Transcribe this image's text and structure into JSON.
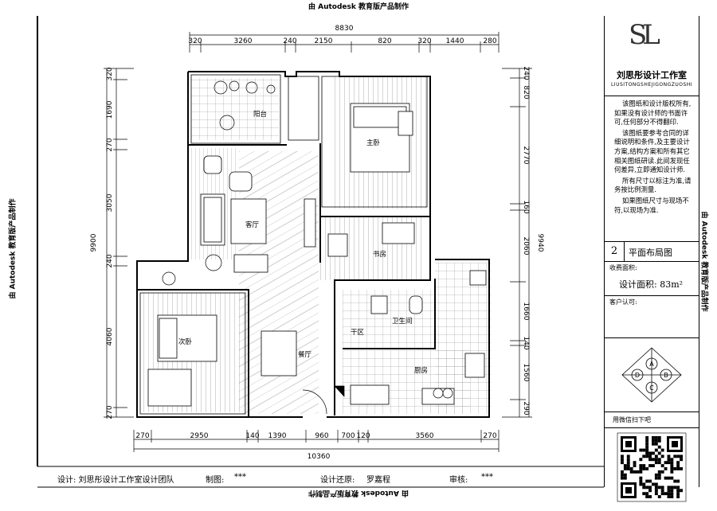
{
  "watermark": "由 Autodesk 教育版产品制作",
  "title_block": {
    "logo_mark": "SL",
    "studio": "刘思彤设计工作室",
    "pinyin": "LIUSITONGSHEJIGONGZUOSHI",
    "notes": [
      "该图纸和设计版权所有,如果没有设计师的书面许可,任何部分不得翻印.",
      "该图纸要参考合同的详细说明和条件,及主要设计方案,结构方案和所有其它相关图纸研读.此间发现任何差异,立即通知设计师.",
      "所有尺寸以标注为准,请务按比例测量.",
      "如果图纸尺寸与现场不符,以现场为准."
    ],
    "sheet_no": "2",
    "sheet_title": "平面布局图",
    "area_label": "收费面积:",
    "area_value": "设计面积: 83m²",
    "client_label": "客户认可:",
    "compass": [
      "A",
      "B",
      "C",
      "D"
    ],
    "wechat": "用微信扫下吧"
  },
  "footer": {
    "design": "设计: 刘思彤设计工作室设计团队",
    "draw_label": "制图:",
    "draw_value": "***",
    "restore_label": "设计还原:",
    "restore_value": "罗嘉程",
    "review_label": "审核:",
    "review_value": "***"
  },
  "dimensions": {
    "top_total": "8830",
    "top_segments": [
      "320",
      "3260",
      "240",
      "2150",
      "820",
      "320",
      "1440",
      "280"
    ],
    "bottom_total": "10360",
    "bottom_segments": [
      "270",
      "2950",
      "140",
      "1390",
      "960",
      "700",
      "120",
      "3560",
      "270"
    ],
    "left_total": "9900",
    "left_segments": [
      "320",
      "1690",
      "270",
      "3050",
      "240",
      "4060",
      "270"
    ],
    "right_total": "9940",
    "right_segments": [
      "240",
      "820",
      "2770",
      "160",
      "2060",
      "1660",
      "140",
      "1560",
      "290"
    ]
  },
  "rooms": {
    "balcony": "阳台",
    "master_bedroom": "主卧",
    "living_room": "客厅",
    "study": "书房",
    "dry_area": "干区",
    "bathroom": "卫生间",
    "second_bedroom": "次卧",
    "dining_room": "餐厅",
    "kitchen": "厨房"
  }
}
